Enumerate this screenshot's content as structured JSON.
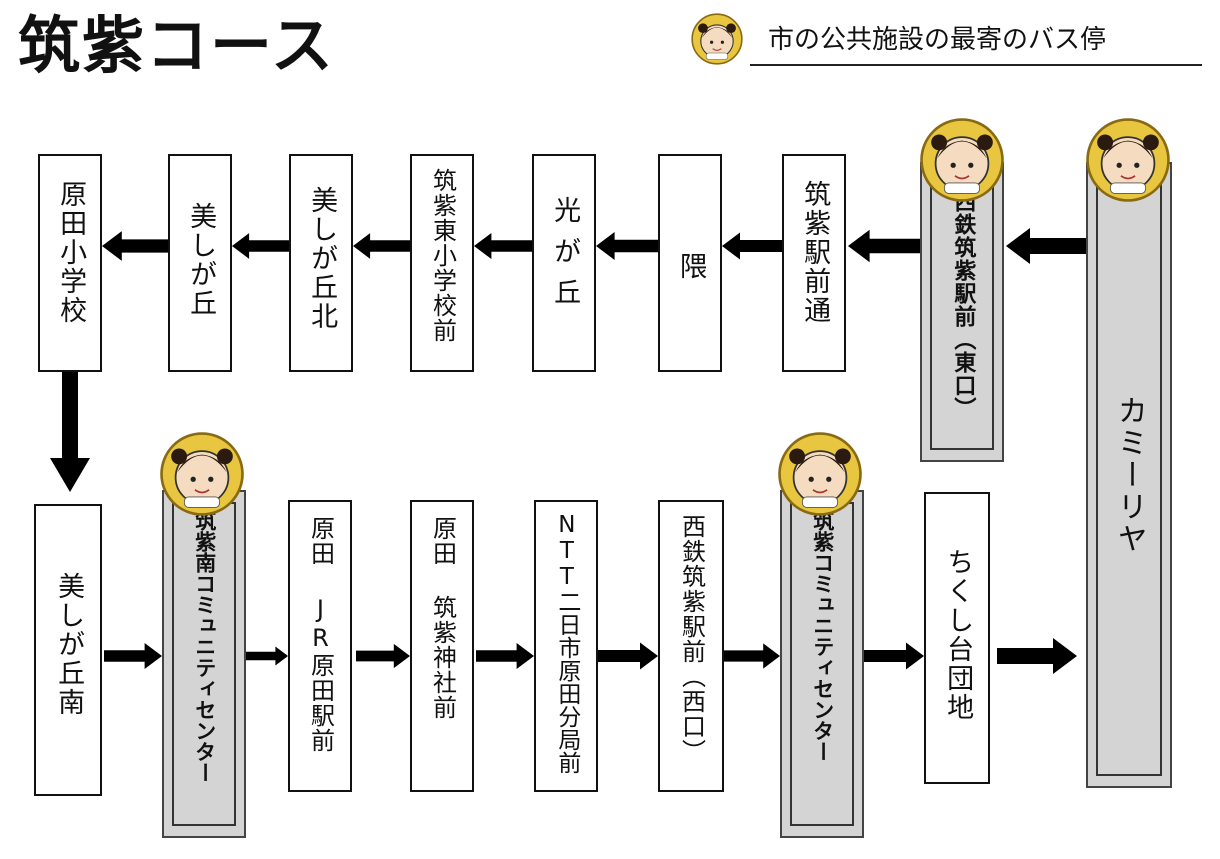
{
  "title": "筑紫コース",
  "legend": {
    "text": "市の公共施設の最寄のバス停",
    "icon": "mascot-icon"
  },
  "colors": {
    "highlight_fill": "#d4d4d4",
    "border": "#111111",
    "arrow": "#000000"
  },
  "stops": {
    "kamiriya": "カミーリヤ",
    "nishitetsu_chikushi_east": "西鉄筑紫駅前（東口）",
    "chikushi_ekimae_dori": "筑紫駅前通",
    "kuma": "隈",
    "hikarigaoka": "光が丘",
    "chikushi_higashi_es": "筑紫東小学校前",
    "utsukushigaoka_kita": "美しが丘北",
    "utsukushigaoka": "美しが丘",
    "harada_es": "原田小学校",
    "utsukushigaoka_minami": "美しが丘南",
    "chikushi_minami_cc": "筑紫南コミュニティセンター",
    "harada_jr": "原田 JR原田駅前",
    "harada_shrine": "原田 筑紫神社前",
    "ntt": "NTT二日市原田分局前",
    "nishitetsu_chikushi_west": "西鉄筑紫駅前（西口）",
    "chikushi_cc": "筑紫コミュニティセンター",
    "chikushidai": "ちくし台団地"
  }
}
